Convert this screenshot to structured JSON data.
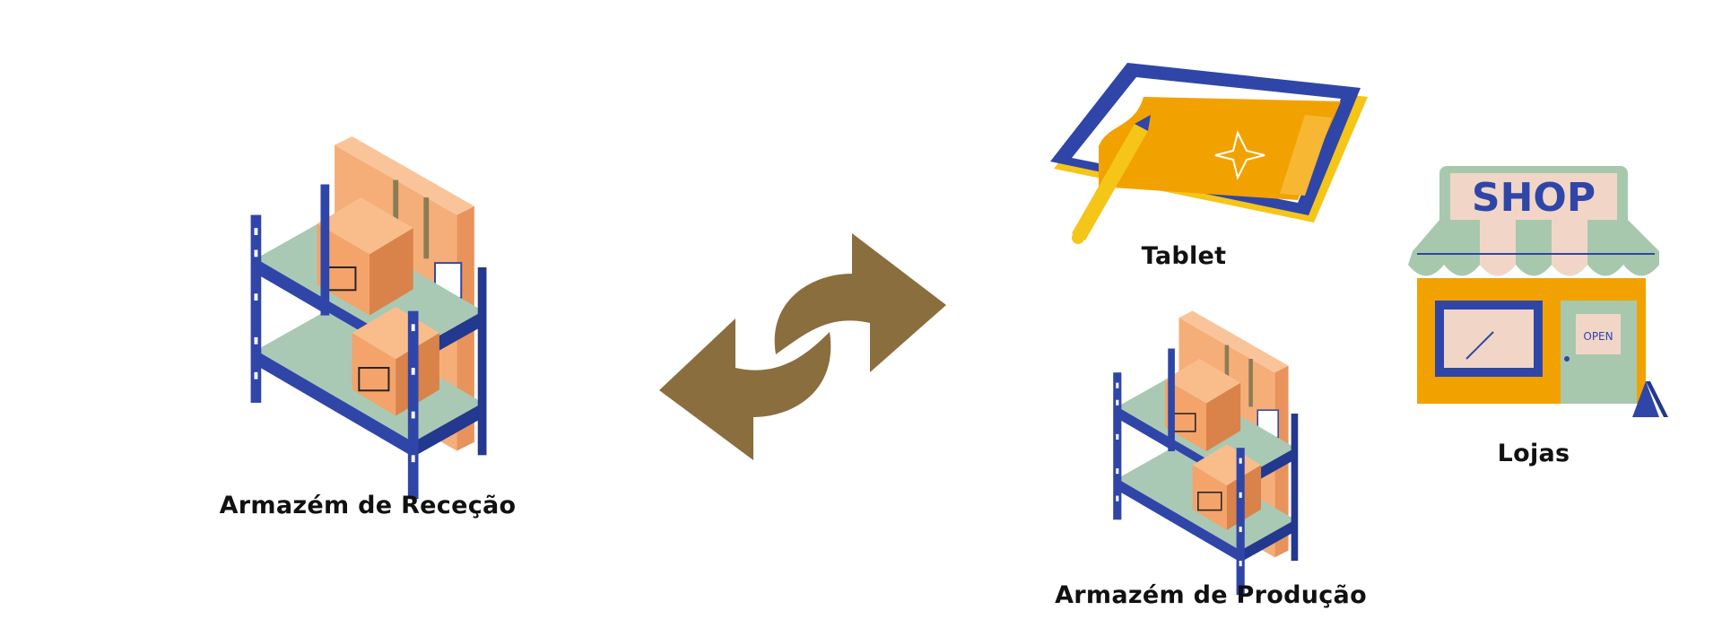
{
  "nodes": {
    "armazem_rececao": {
      "label": "Armazém de Receção"
    },
    "armazem_producao": {
      "label": "Armazém de Produção"
    },
    "tablet": {
      "label": "Tablet"
    },
    "lojas": {
      "label": "Lojas"
    }
  },
  "shop": {
    "sign_text": "SHOP",
    "open_sign_text": "OPEN"
  },
  "icons": {
    "warehouse_receiving": "warehouse-shelf-icon",
    "warehouse_production": "warehouse-shelf-icon",
    "tablet": "drawing-tablet-icon",
    "shop": "storefront-icon",
    "exchange": "bidirectional-arrows-icon"
  },
  "colors": {
    "arrow": "#8B6E3E",
    "shelf_frame": "#2F46A8",
    "shelf_surface": "#A9C9B4",
    "box": "#F0A868",
    "tablet_body": "#F2A200",
    "shop_awning": "#A8C8AE",
    "shop_body": "#F2A200"
  }
}
